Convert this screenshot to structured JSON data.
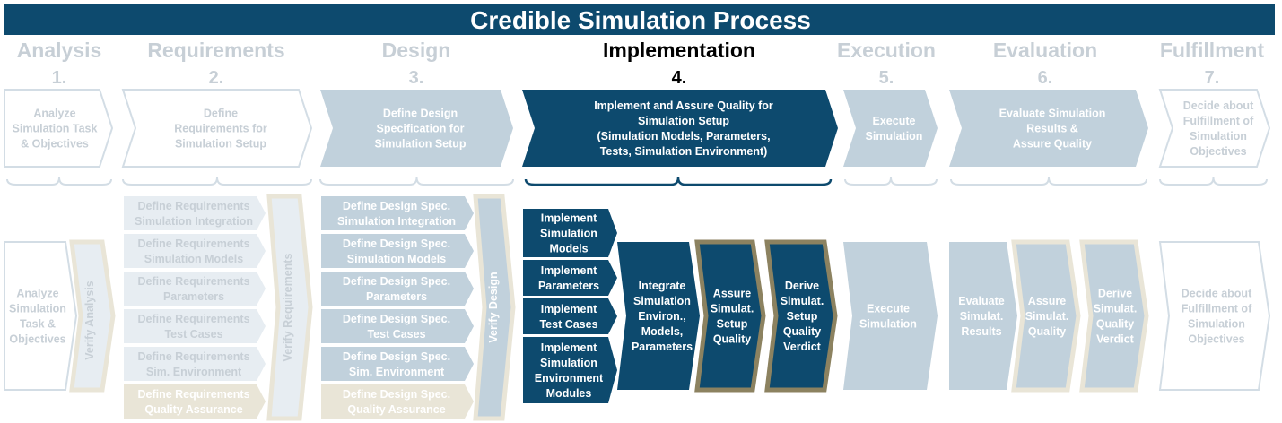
{
  "title": "Credible Simulation Process",
  "colors": {
    "banner": "#0d4a6e",
    "active": "#0d4a6e",
    "light": "#c1d1dc",
    "lighter": "#e7edf2",
    "gold": "#8c8260",
    "beige": "#e9e5d7",
    "faded_text": "#c7cfd6",
    "border": "#d3dde5"
  },
  "phases": [
    {
      "name": "Analysis",
      "number": "1.",
      "step": "Analyze\nSimulation Task\n& Objectives"
    },
    {
      "name": "Requirements",
      "number": "2.",
      "step": "Define\nRequirements for\nSimulation Setup"
    },
    {
      "name": "Design",
      "number": "3.",
      "step": "Define Design\nSpecification for\nSimulation Setup"
    },
    {
      "name": "Implementation",
      "number": "4.",
      "step": "Implement and Assure Quality for\nSimulation Setup\n(Simulation Models, Parameters,\nTests, Simulation Environment)"
    },
    {
      "name": "Execution",
      "number": "5.",
      "step": "Execute\nSimulation"
    },
    {
      "name": "Evaluation",
      "number": "6.",
      "step": "Evaluate Simulation\nResults &\nAssure Quality"
    },
    {
      "name": "Fulfillment",
      "number": "7.",
      "step": "Decide about\nFulfillment of\nSimulation\nObjectives"
    }
  ],
  "analysis": {
    "task": "Analyze\nSimulation\nTask &\nObjectives",
    "verify": "Verify Analysis"
  },
  "requirements": {
    "items": [
      "Define Requirements\nSimulation Integration",
      "Define Requirements\nSimulation Models",
      "Define Requirements\nParameters",
      "Define Requirements\nTest Cases",
      "Define Requirements\nSim. Environment",
      "Define Requirements\nQuality Assurance"
    ],
    "verify": "Verify Requirements"
  },
  "design": {
    "items": [
      "Define Design Spec.\nSimulation Integration",
      "Define Design Spec.\nSimulation Models",
      "Define Design Spec.\nParameters",
      "Define Design Spec.\nTest Cases",
      "Define Design Spec.\nSim. Environment",
      "Define Design Spec.\nQuality Assurance"
    ],
    "verify": "Verify Design"
  },
  "implementation": {
    "items": [
      "Implement\nSimulation\nModels",
      "Implement\nParameters",
      "Implement\nTest Cases",
      "Implement\nSimulation\nEnvironment\nModules"
    ],
    "integrate": "Integrate\nSimulation\nEnviron.,\nModels,\nParameters",
    "assure": "Assure\nSimulat.\nSetup\nQuality",
    "derive": "Derive\nSimulat.\nSetup\nQuality\nVerdict"
  },
  "execution": {
    "task": "Execute\nSimulation"
  },
  "evaluation": {
    "evaluate": "Evaluate\nSimulat.\nResults",
    "assure": "Assure\nSimulat.\nQuality",
    "derive": "Derive\nSimulat.\nQuality\nVerdict"
  },
  "fulfillment": {
    "task": "Decide about\nFulfillment of\nSimulation\nObjectives"
  }
}
